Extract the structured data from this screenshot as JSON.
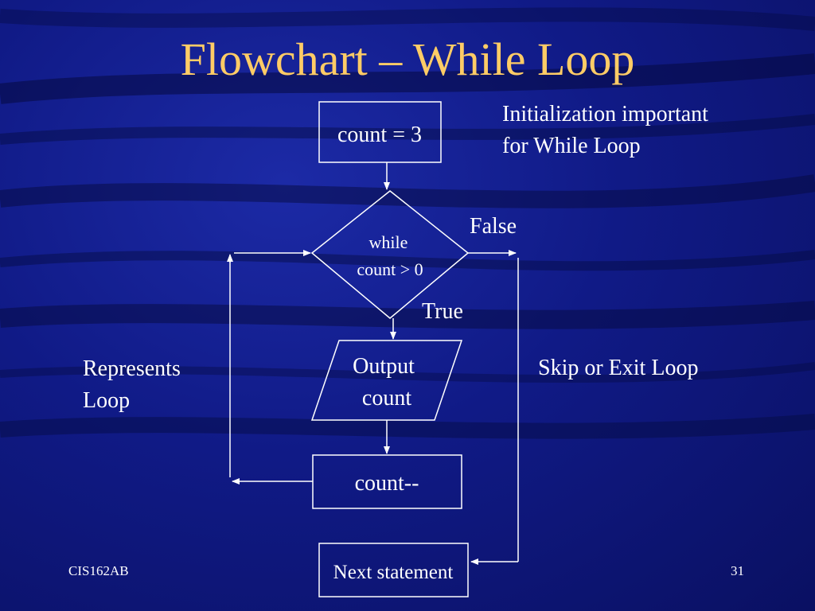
{
  "slide": {
    "title": "Flowchart – While Loop",
    "footer_left": "CIS162AB",
    "page_number": "31"
  },
  "flowchart": {
    "init_box": "count = 3",
    "decision_line1": "while",
    "decision_line2": "count > 0",
    "output_line1": "Output",
    "output_line2": "count",
    "decrement_box": "count--",
    "next_box": "Next statement",
    "false_label": "False",
    "true_label": "True"
  },
  "notes": {
    "init_line1": "Initialization important",
    "init_line2": "for While Loop",
    "loop_line1": "Represents",
    "loop_line2": "Loop",
    "skip": "Skip or Exit Loop"
  },
  "colors": {
    "background": "#101a86",
    "title": "#ffcc66",
    "text": "#ffffff",
    "lines": "#ffffff"
  }
}
